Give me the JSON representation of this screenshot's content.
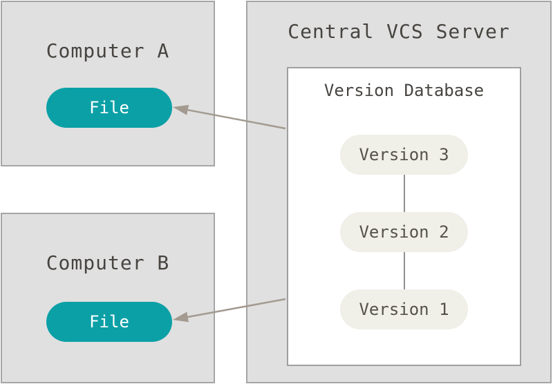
{
  "computer_a": {
    "title": "Computer A",
    "file_label": "File"
  },
  "computer_b": {
    "title": "Computer B",
    "file_label": "File"
  },
  "server": {
    "title": "Central VCS Server",
    "database": {
      "title": "Version Database",
      "versions": [
        "Version 3",
        "Version 2",
        "Version 1"
      ]
    }
  },
  "palette": {
    "file_pill_fill": "#0ba0a6",
    "file_pill_text": "#ffffff",
    "box_fill": "#e0e0e0",
    "box_border": "#a5a5a5",
    "inner_box_fill": "#ffffff",
    "inner_box_border": "#9e9e9e",
    "version_pill_fill": "#f0efe8",
    "text_dark": "#474440",
    "arrow": "#a39a90",
    "connector": "#8f8f8f",
    "background": "#ffffff"
  }
}
